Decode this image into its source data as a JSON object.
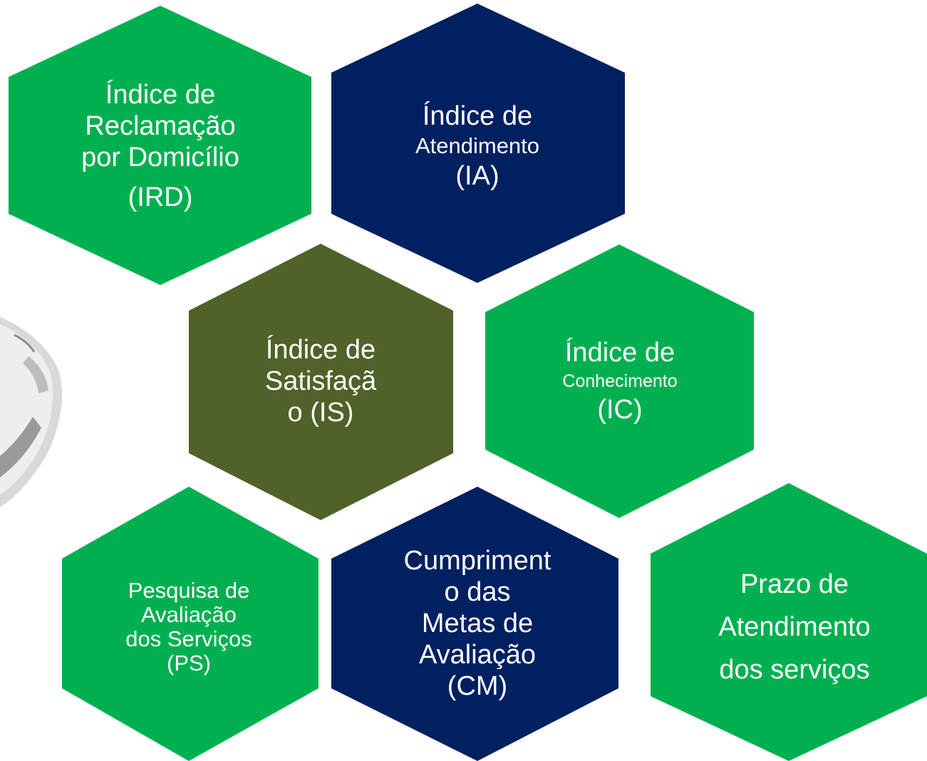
{
  "colors": {
    "green": "#00b050",
    "navy": "#002060",
    "olive": "#4f6228",
    "text": "#ffffff"
  },
  "hexagons": [
    {
      "id": "ird",
      "color": "green",
      "lines": [
        "Índice de",
        "Reclamação",
        "por Domicílio",
        "(IRD)"
      ]
    },
    {
      "id": "ia",
      "color": "navy",
      "lines": [
        "Índice de",
        "Atendimento",
        "(IA)"
      ]
    },
    {
      "id": "is",
      "color": "olive",
      "lines": [
        "Índice de",
        "Satisfaçã",
        "o (IS)"
      ]
    },
    {
      "id": "ic",
      "color": "green",
      "lines": [
        "Índice de",
        "Conhecimento",
        "(IC)"
      ]
    },
    {
      "id": "ps",
      "color": "green",
      "lines": [
        "Pesquisa de",
        "Avaliação",
        "dos Serviços",
        "(PS)"
      ]
    },
    {
      "id": "cm",
      "color": "navy",
      "lines": [
        "Cumpriment",
        "o das",
        "Metas de",
        "Avaliação",
        "(CM)"
      ]
    },
    {
      "id": "pa",
      "color": "green",
      "lines": [
        "Prazo de",
        "Atendimento",
        "dos serviços"
      ]
    }
  ]
}
